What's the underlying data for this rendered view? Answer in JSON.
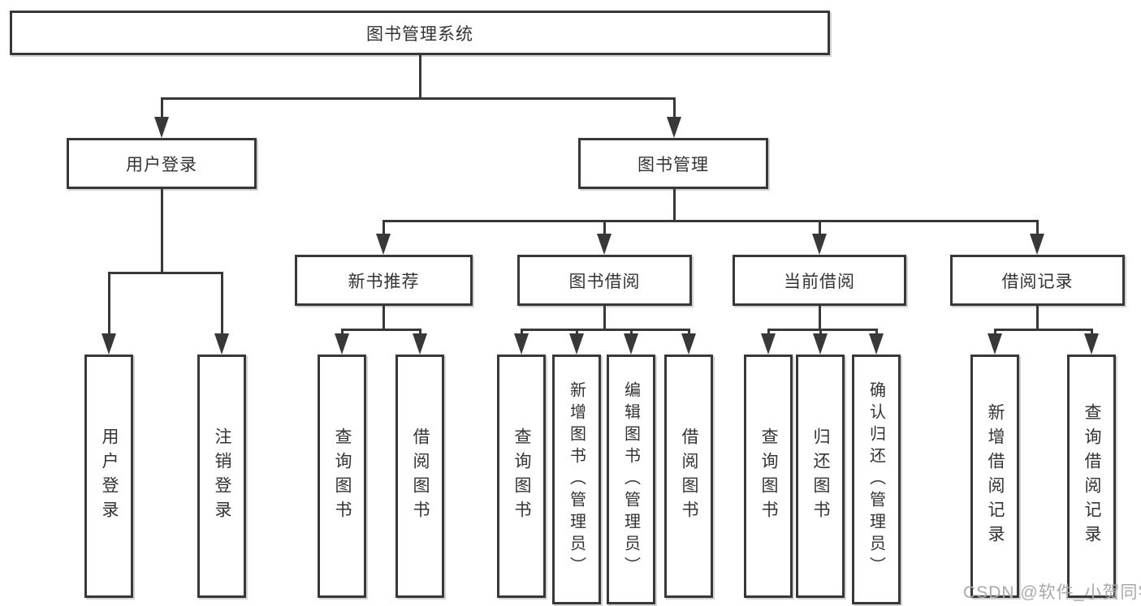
{
  "nodes": {
    "root": {
      "label": "图书管理系统"
    },
    "level2": [
      {
        "label": "用户登录"
      },
      {
        "label": "图书管理"
      }
    ],
    "level3": [
      {
        "label": "新书推荐"
      },
      {
        "label": "图书借阅"
      },
      {
        "label": "当前借阅"
      },
      {
        "label": "借阅记录"
      }
    ],
    "leaves": [
      {
        "label": "用户登录"
      },
      {
        "label": "注销登录"
      },
      {
        "label": "查询图书"
      },
      {
        "label": "借阅图书"
      },
      {
        "label": "查询图书"
      },
      {
        "label": "新增图书（管理员）"
      },
      {
        "label": "编辑图书（管理员）"
      },
      {
        "label": "借阅图书"
      },
      {
        "label": "查询图书"
      },
      {
        "label": "归还图书"
      },
      {
        "label": "确认归还（管理员）"
      },
      {
        "label": "新增借阅记录"
      },
      {
        "label": "查询借阅记录"
      }
    ]
  },
  "watermark": {
    "text": "CSDN @软件_小贺同学"
  },
  "colors": {
    "line": "#383838",
    "background": "#ffffff",
    "text": "#333333",
    "watermark": "#a9a9a9"
  }
}
